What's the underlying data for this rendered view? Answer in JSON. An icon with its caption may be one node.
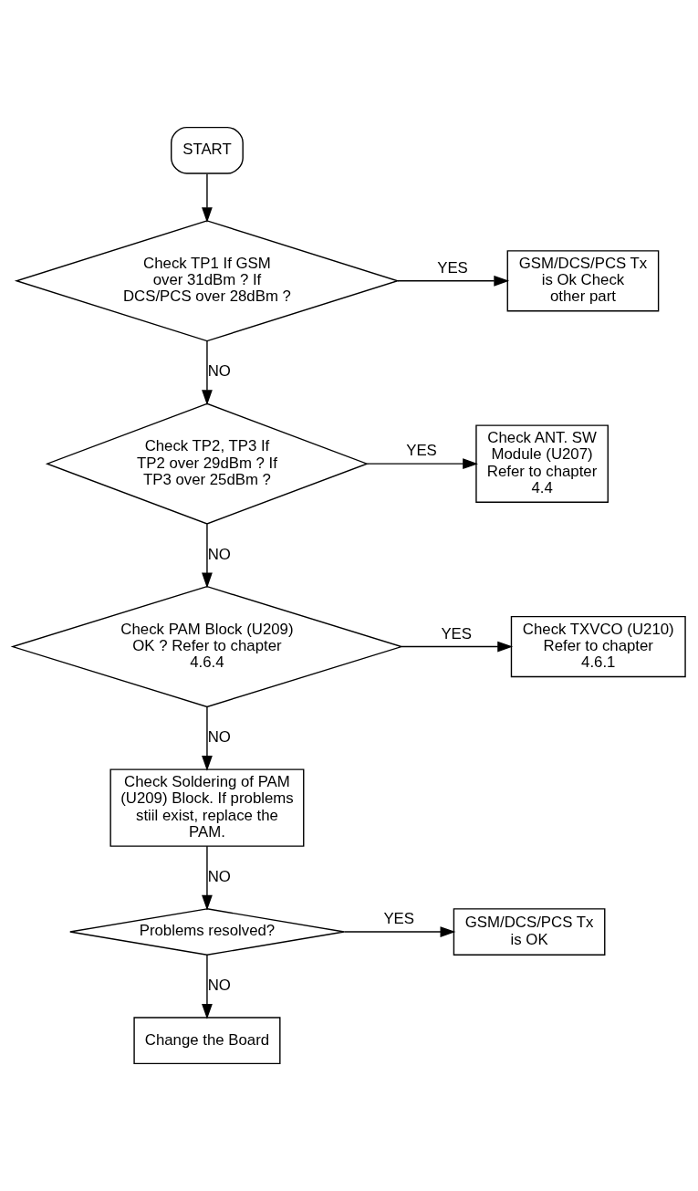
{
  "diagram": {
    "nodes": [
      {
        "text": [
          "START"
        ]
      },
      {
        "text": [
          "Check TP1 If GSM over 31dBm ? If DCS/PCS over 28dBm ?"
        ]
      },
      {
        "text": [
          "GSM/DCS/PCS Tx is Ok Check other part"
        ]
      },
      {
        "text": [
          "Check TP2, TP3 If TP2 over 29dBm ? If TP3 over 25dBm ?"
        ]
      },
      {
        "text": [
          "Check ANT. SW Module (U207) Refer to chapter 4.4"
        ]
      },
      {
        "text": [
          "Check PAM Block (U209) OK ? Refer to chapter 4.6.4"
        ]
      },
      {
        "text": [
          "Check TXVCO (U210) Refer to chapter 4.6.1"
        ]
      },
      {
        "text": [
          "Check Soldering of PAM (U209) Block. If problems stiil exist, replace the PAM."
        ]
      },
      {
        "text": [
          "Problems resolved?"
        ]
      },
      {
        "text": [
          "GSM/DCS/PCS Tx is OK"
        ]
      },
      {
        "text": [
          "Change the Board"
        ]
      }
    ],
    "edges": [
      {
        "from": 0,
        "to": 1,
        "arrow": "to"
      },
      {
        "from": 1,
        "to": 2,
        "arrow": "to",
        "label": "YES"
      },
      {
        "from": 1,
        "to": 3,
        "arrow": "to",
        "label": "NO"
      },
      {
        "from": 3,
        "to": 4,
        "arrow": "to",
        "label": "YES"
      },
      {
        "from": 3,
        "to": 5,
        "arrow": "to",
        "label": "NO"
      },
      {
        "from": 5,
        "to": 6,
        "arrow": "to",
        "label": "YES"
      },
      {
        "from": 5,
        "to": 7,
        "arrow": "to",
        "label": "NO"
      },
      {
        "from": 7,
        "to": 8,
        "arrow": "to",
        "label": "NO"
      },
      {
        "from": 8,
        "to": 9,
        "arrow": "to",
        "label": "YES"
      },
      {
        "from": 8,
        "to": 10,
        "arrow": "to",
        "label": "NO"
      }
    ]
  }
}
